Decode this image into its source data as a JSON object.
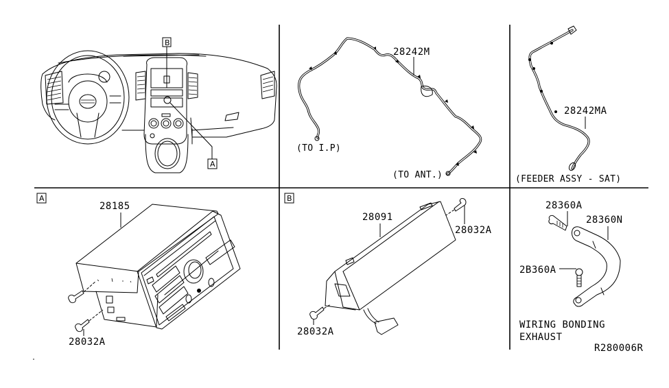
{
  "diagram": {
    "title": "Audio & Visual / Antenna & Feeder parts diagram",
    "reference_code": "R280006R",
    "panels": {
      "overview": {
        "callouts": [
          {
            "id": "B",
            "label": "B"
          },
          {
            "id": "A",
            "label": "A"
          }
        ]
      },
      "antenna_feeder": {
        "part_number": "28242M",
        "notes": [
          "(TO I.P)",
          "(TO ANT.)"
        ]
      },
      "feeder_sat": {
        "part_number": "28242MA",
        "note": "(FEEDER ASSY - SAT)"
      },
      "detail_a": {
        "tag": "A",
        "parts": [
          {
            "part_number": "28185",
            "description": "audio unit"
          },
          {
            "part_number": "28032A",
            "description": "screw"
          }
        ]
      },
      "detail_b": {
        "tag": "B",
        "parts": [
          {
            "part_number": "28091",
            "description": "display unit"
          },
          {
            "part_number": "28032A",
            "description": "screw (upper)"
          },
          {
            "part_number": "28032A",
            "description": "screw (lower)"
          }
        ]
      },
      "wiring_bonding": {
        "parts": [
          {
            "part_number": "28360A",
            "description": "bolt (upper)"
          },
          {
            "part_number": "28360N",
            "description": "bonding strap"
          },
          {
            "part_number": "2B360A",
            "description": "bolt (lower)"
          }
        ],
        "caption_line1": "WIRING BONDING",
        "caption_line2": "EXHAUST"
      }
    }
  }
}
